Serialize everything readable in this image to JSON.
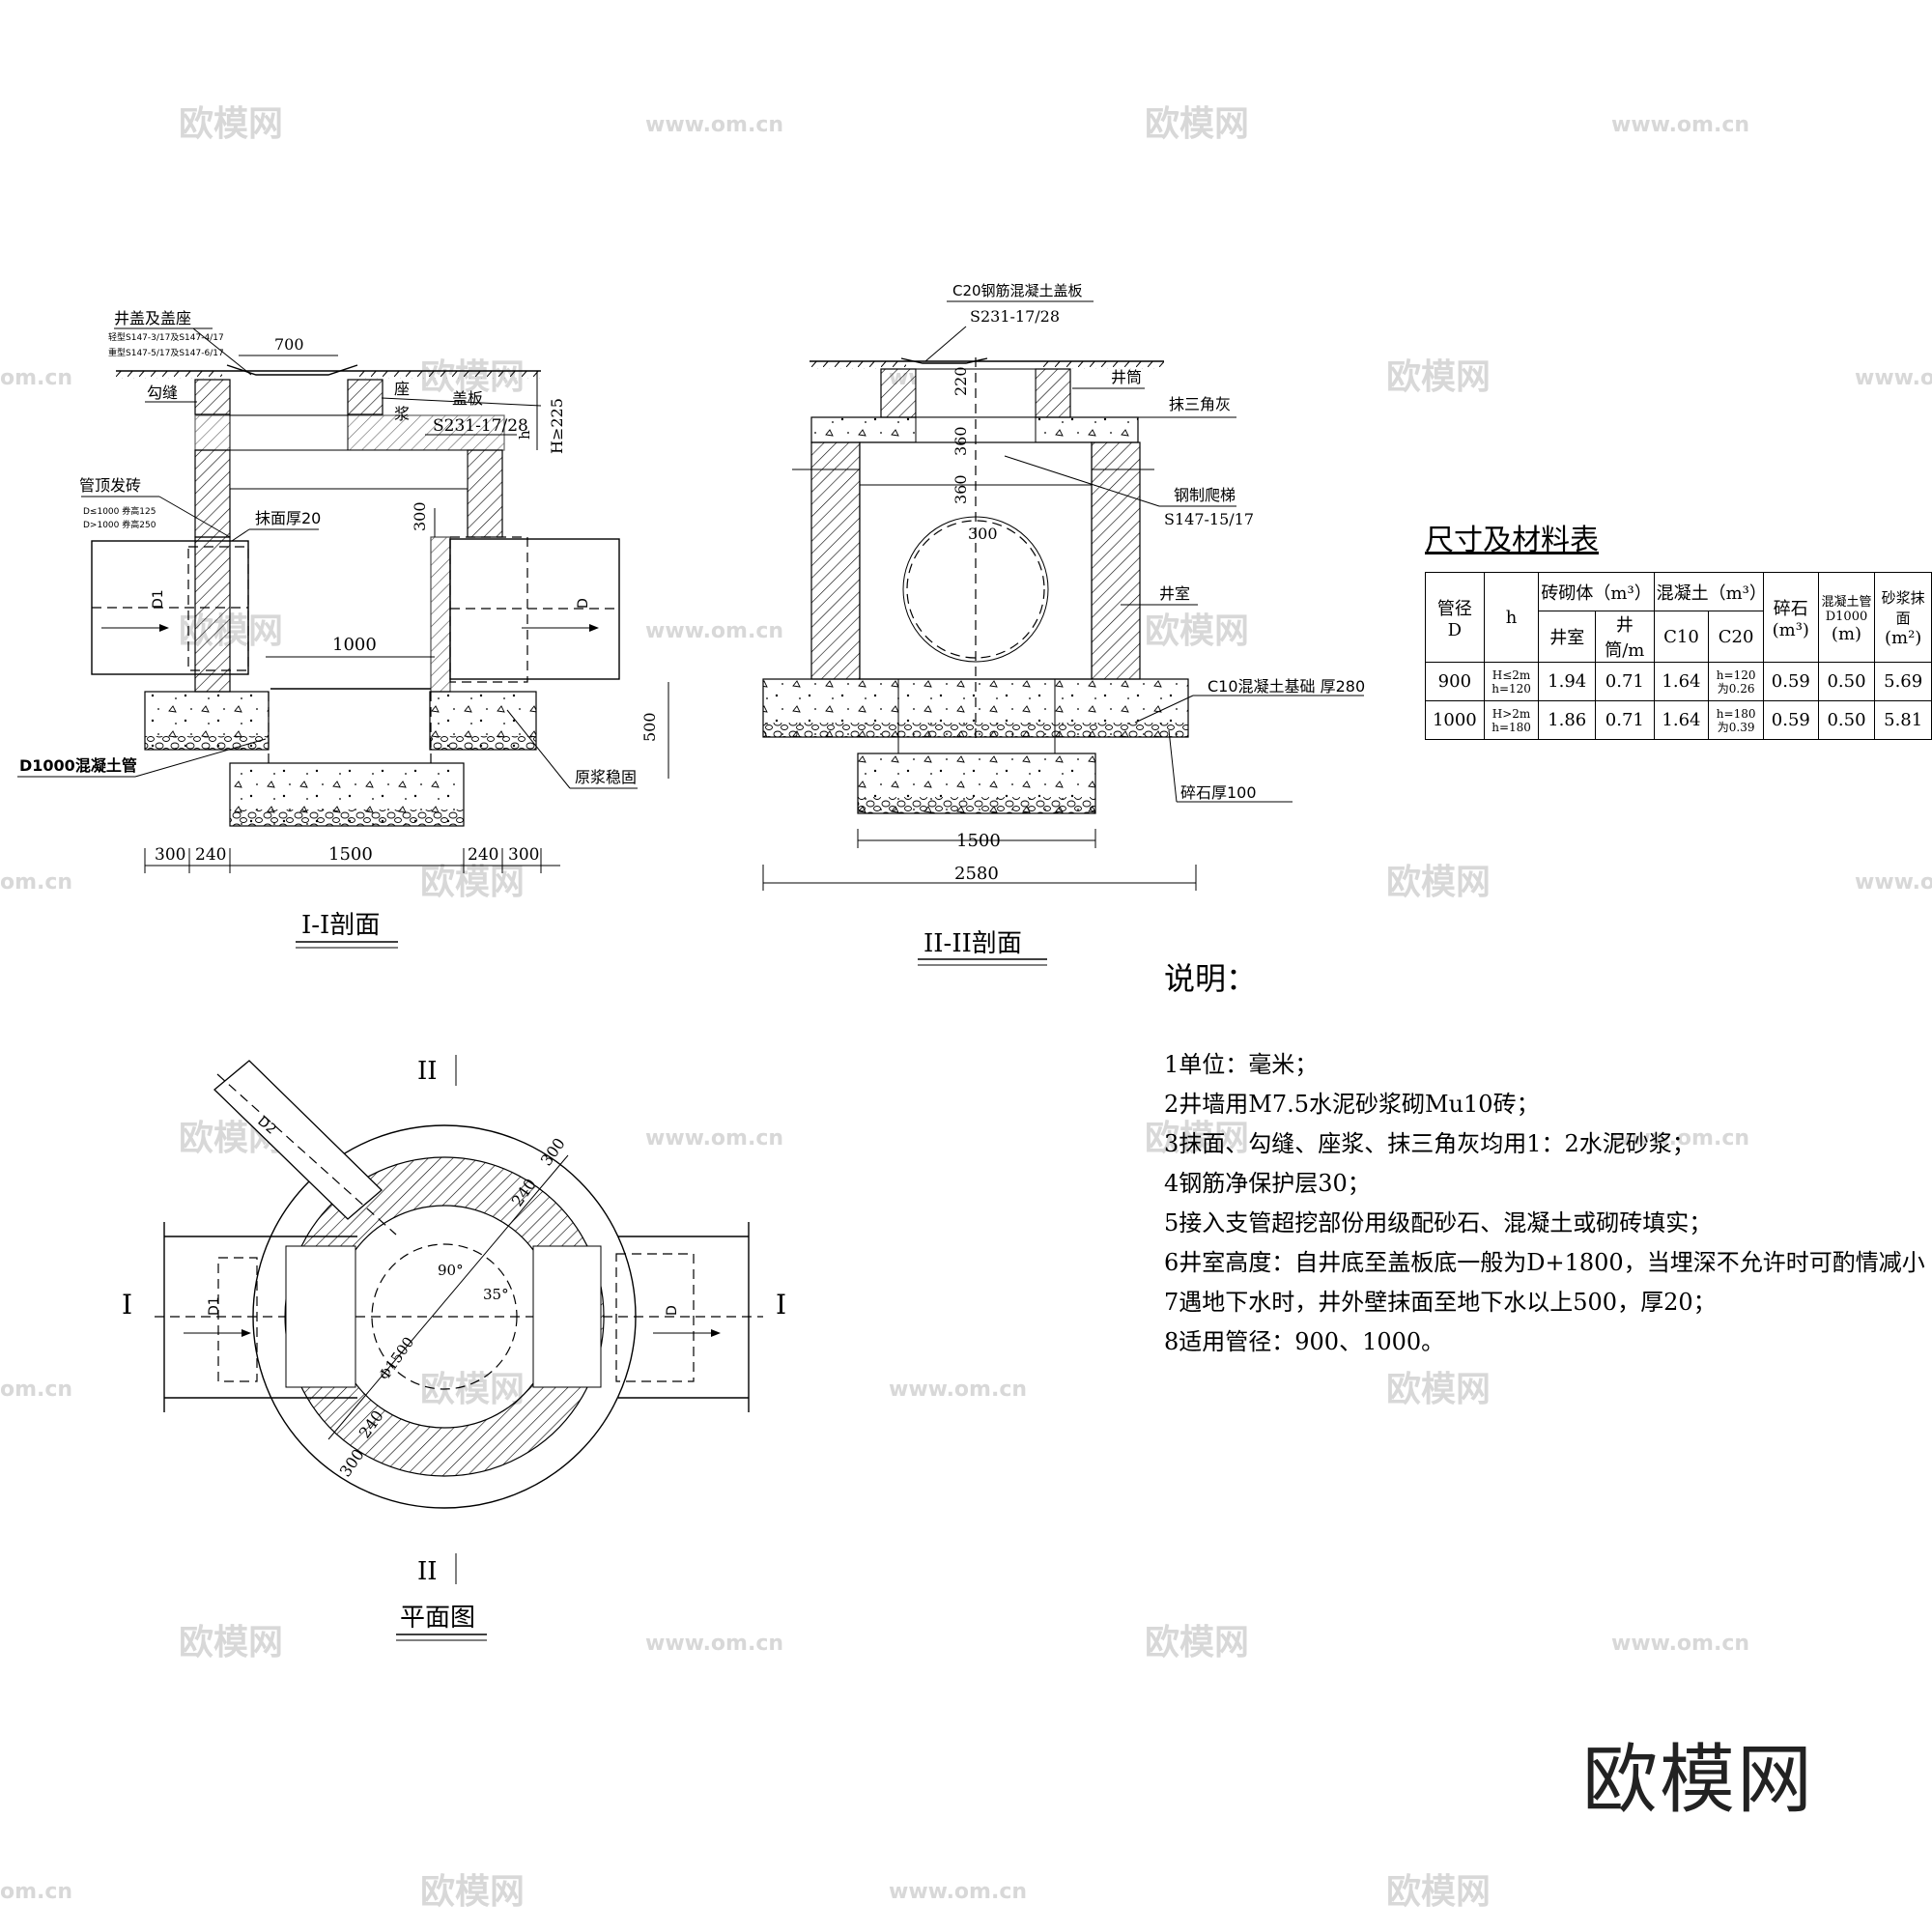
{
  "watermark": {
    "brand": "欧模网",
    "site": "www.om.cn",
    "site_partial": "om.cn"
  },
  "section1": {
    "title": "I-I剖面",
    "labels": {
      "cover": "井盖及盖座",
      "light_type": "轻型S147-3/17及S147-4/17",
      "heavy_type": "重型S147-5/17及S147-6/17",
      "joint": "勾缝",
      "seat": "座",
      "mortar": "浆",
      "slab": "盖板",
      "slab_ref": "S231-17/28",
      "crown_brick": "管顶发砖",
      "crown_note1": "D≤1000 券高125",
      "crown_note2": "D>1000 券高250",
      "plaster": "抹面厚20",
      "pipe": "D1000混凝土管",
      "grout": "原浆稳固",
      "d1": "D1",
      "d": "D",
      "h": "h",
      "H": "H≥225"
    },
    "dims": [
      "700",
      "300",
      "1000",
      "500",
      "300",
      "240",
      "1500",
      "240",
      "300"
    ]
  },
  "section2": {
    "title": "II-II剖面",
    "labels": {
      "cover_slab": "C20钢筋混凝土盖板",
      "cover_ref": "S231-17/28",
      "shaft": "井筒",
      "triangle": "抹三角灰",
      "ladder": "钢制爬梯",
      "ladder_ref": "S147-15/17",
      "chamber": "井室",
      "base": "C10混凝土基础 厚280",
      "gravel": "碎石厚100"
    },
    "dims": [
      "220",
      "360",
      "360",
      "300",
      "1500",
      "2580"
    ]
  },
  "plan": {
    "title": "平面图",
    "section_mark_top": "II",
    "section_mark_bottom": "II",
    "section_mark_left": "I",
    "section_mark_right": "I",
    "labels": {
      "d2": "D2",
      "d1": "D1",
      "d": "D",
      "phi": "Φ1500",
      "angle90": "90°",
      "angle35": "35°"
    },
    "dims": [
      "300",
      "240",
      "240",
      "300"
    ]
  },
  "table": {
    "caption": "尺寸及材料表",
    "header": {
      "pipe_dia": "管径",
      "D": "D",
      "h": "h",
      "brick": "砖砌体（m³）",
      "brick_chamber": "井室",
      "brick_shaft": "井筒/m",
      "concrete": "混凝土（m³）",
      "c10": "C10",
      "c20": "C20",
      "gravel": "碎石",
      "gravel_unit": "(m³)",
      "pipe": "混凝土管D1000",
      "pipe_unit": "(m)",
      "mortar": "砂浆抹面",
      "mortar_unit": "(m²)"
    },
    "rows": [
      {
        "D": "900",
        "h": "H≤2m h=120",
        "chamber": "1.94",
        "shaft": "0.71",
        "c10": "1.64",
        "c20": "h=120 为0.26",
        "gravel": "0.59",
        "pipe": "0.50",
        "mortar": "5.69"
      },
      {
        "D": "1000",
        "h": "H>2m h=180",
        "chamber": "1.86",
        "shaft": "0.71",
        "c10": "1.64",
        "c20": "h=180 为0.39",
        "gravel": "0.59",
        "pipe": "0.50",
        "mortar": "5.81"
      }
    ]
  },
  "notes": {
    "title": "说明：",
    "items": [
      "1单位：毫米；",
      "2井墙用M7.5水泥砂浆砌Mu10砖；",
      "3抹面、勾缝、座浆、抹三角灰均用1：2水泥砂浆；",
      "4钢筋净保护层30；",
      "5接入支管超挖部份用级配砂石、混凝土或砌砖填实；",
      "6井室高度：自井底至盖板底一般为D+1800，当埋深不允许时可酌情减小",
      "7遇地下水时，井外壁抹面至地下水以上500，厚20；",
      "8适用管径：900、1000。"
    ]
  }
}
